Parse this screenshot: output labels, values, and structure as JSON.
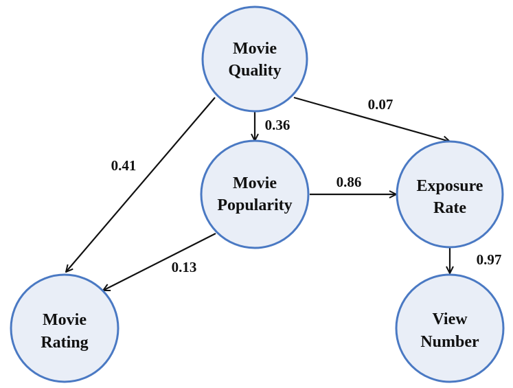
{
  "nodes": {
    "quality": {
      "line1": "Movie",
      "line2": "Quality"
    },
    "popularity": {
      "line1": "Movie",
      "line2": "Popularity"
    },
    "exposure": {
      "line1": "Exposure",
      "line2": "Rate"
    },
    "rating": {
      "line1": "Movie",
      "line2": "Rating"
    },
    "views": {
      "line1": "View",
      "line2": "Number"
    }
  },
  "edges": {
    "quality_popularity": {
      "from": "Movie Quality",
      "to": "Movie Popularity",
      "label": "0.36"
    },
    "quality_exposure": {
      "from": "Movie Quality",
      "to": "Exposure Rate",
      "label": "0.07"
    },
    "quality_rating": {
      "from": "Movie Quality",
      "to": "Movie Rating",
      "label": "0.41"
    },
    "popularity_exposure": {
      "from": "Movie Popularity",
      "to": "Exposure Rate",
      "label": "0.86"
    },
    "popularity_rating": {
      "from": "Movie Popularity",
      "to": "Movie Rating",
      "label": "0.13"
    },
    "exposure_views": {
      "from": "Exposure Rate",
      "to": "View Number",
      "label": "0.97"
    }
  },
  "colors": {
    "node_fill": "#e9eef7",
    "node_stroke": "#4a79c3",
    "edge": "#111111",
    "text": "#111111"
  }
}
